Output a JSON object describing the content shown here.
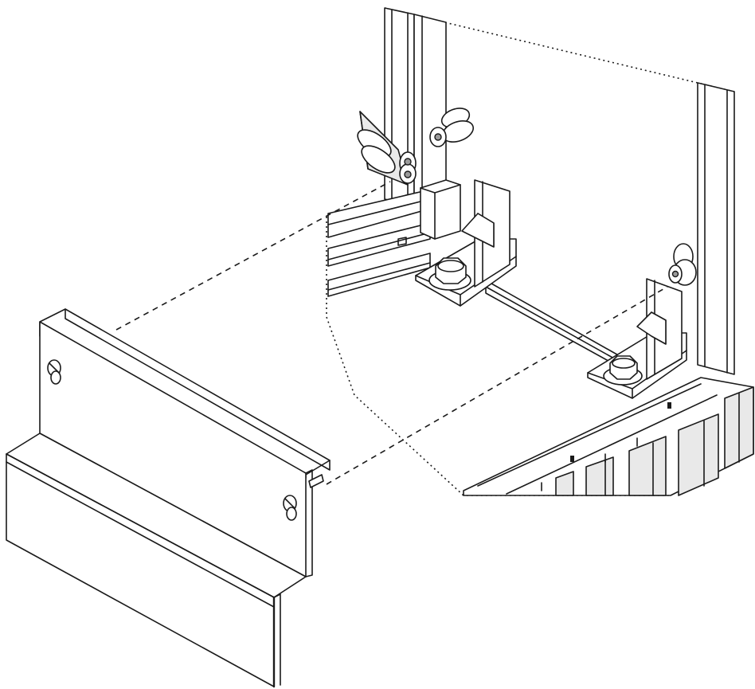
{
  "figure": {
    "kind": "exploded assembly line drawing",
    "stroke_color": "#1a1a1a",
    "fill_light": "#e9e9e9",
    "fill_dark": "#9a9a9a",
    "background": "#ffffff",
    "parts": [
      {
        "id": "cover-plate",
        "icon": "z-bracket-cover-plate-icon"
      },
      {
        "id": "cabinet-frame",
        "icon": "cabinet-frame-icon"
      },
      {
        "id": "hinge-upper-left",
        "icon": "hinge-icon"
      },
      {
        "id": "hinge-upper-right",
        "icon": "hinge-icon"
      },
      {
        "id": "hinge-right",
        "icon": "hinge-icon"
      },
      {
        "id": "mounting-bracket-left",
        "icon": "angle-bracket-icon"
      },
      {
        "id": "mounting-bracket-right",
        "icon": "angle-bracket-icon"
      },
      {
        "id": "hex-bolt-left",
        "icon": "hex-bolt-icon"
      },
      {
        "id": "hex-bolt-right",
        "icon": "hex-bolt-icon"
      },
      {
        "id": "cross-rail",
        "icon": "rail-icon"
      },
      {
        "id": "base-plinth",
        "icon": "plinth-icon"
      }
    ],
    "connectors": [
      {
        "from": "cover-plate",
        "to": "hinge-upper-left",
        "style": "dashed"
      },
      {
        "from": "cover-plate",
        "to": "hinge-right",
        "style": "dashed"
      }
    ]
  }
}
